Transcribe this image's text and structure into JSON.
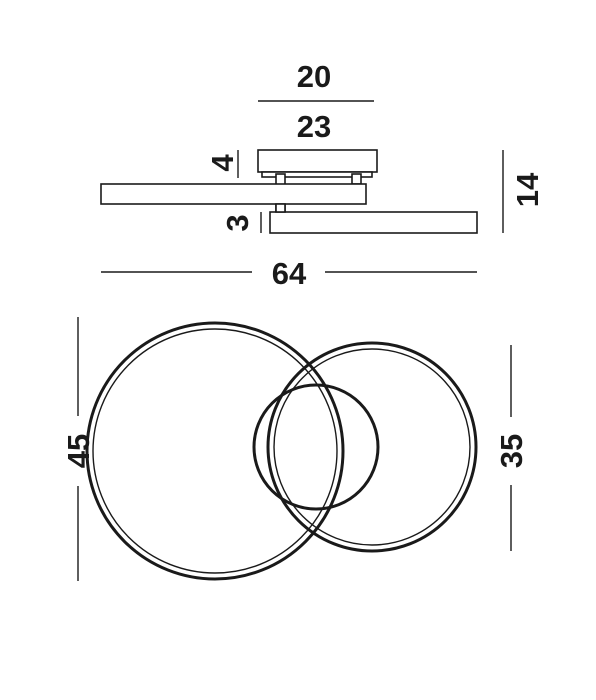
{
  "dimensions": {
    "top_width": "20",
    "base_width": "23",
    "base_height": "4",
    "ring_gap": "3",
    "total_height": "14",
    "total_width": "64",
    "large_ring_diameter": "45",
    "small_ring_diameter": "35"
  },
  "colors": {
    "line": "#1a1a1a",
    "background": "#ffffff"
  }
}
